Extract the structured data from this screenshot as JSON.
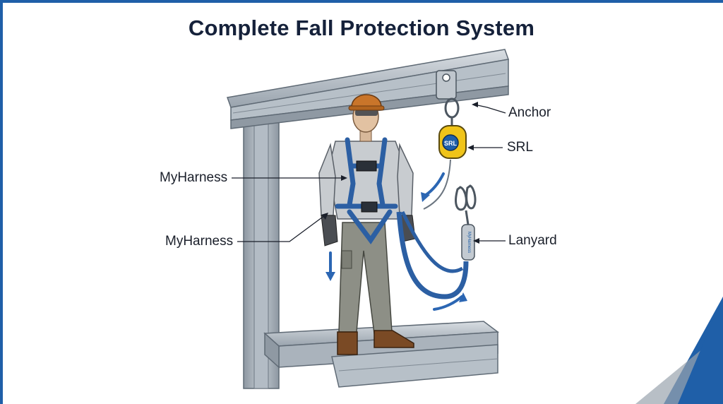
{
  "title": "Complete Fall Protection System",
  "labels": {
    "anchor": "Anchor",
    "srl": "SRL",
    "harness_upper": "MyHarness",
    "harness_lower": "MyHarness",
    "lanyard": "Lanyard"
  },
  "srl_badge": "SRL",
  "lanyard_pack_text": "MyHarness",
  "colors": {
    "frame_blue": "#1f5fa8",
    "steel": "#a9b3bd",
    "webbing_blue": "#2c5fa3",
    "srl_yellow": "#f0c419",
    "helmet": "#c9752a",
    "arrow_blue": "#2b66b3"
  },
  "icons": [
    "hard-hat-icon",
    "srl-icon",
    "carabiner-icon",
    "anchor-icon"
  ]
}
